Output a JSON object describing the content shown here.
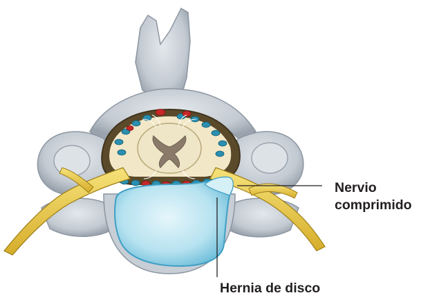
{
  "labels": {
    "compressed_nerve_line1": "Nervio",
    "compressed_nerve_line2": "comprimido",
    "disc_herniation": "Hernia de disco"
  },
  "colors": {
    "bone": "#c9cfd6",
    "bone_shadow": "#9aa3ad",
    "nerve": "#e8c84a",
    "disc": "#a9d9ea",
    "spinal_cord": "#efe6c8",
    "gray_matter": "#8a7a6a",
    "vein_blue": "#2a8fb0",
    "artery_red": "#c62828",
    "leader_line": "#231f20"
  }
}
